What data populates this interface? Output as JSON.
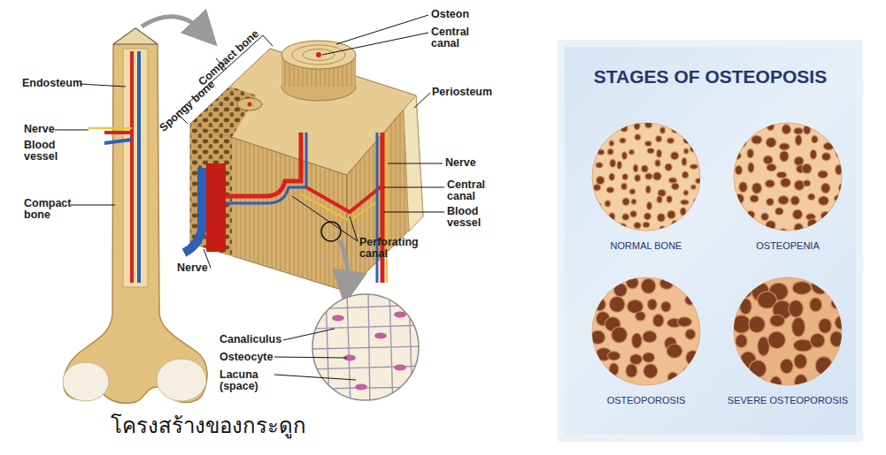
{
  "diagram": {
    "caption": "โครงสร้างของกระดูก",
    "nodes": [
      {
        "text": [
          "STAGES OF OSTEOPOSIS"
        ]
      },
      {
        "text": [
          "NORMAL BONE"
        ],
        "in": 0
      },
      {
        "text": [
          "OSTEOPENIA"
        ],
        "in": 0
      },
      {
        "text": [
          "OSTEOPOROSIS"
        ],
        "in": 0
      },
      {
        "text": [
          "SEVERE OSTEOPOROSIS"
        ],
        "in": 0
      }
    ],
    "labels": [
      "Endosteum",
      "Nerve",
      "Blood vessel",
      "Compact bone",
      "Spongy bone",
      "Compact bone",
      "Osteon",
      "Central canal",
      "Periosteum",
      "Nerve",
      "Central canal",
      "Blood vessel",
      "Perforating canal",
      "Nerve",
      "Canaliculus",
      "Osteocyte",
      "Lacuna (space)"
    ]
  }
}
